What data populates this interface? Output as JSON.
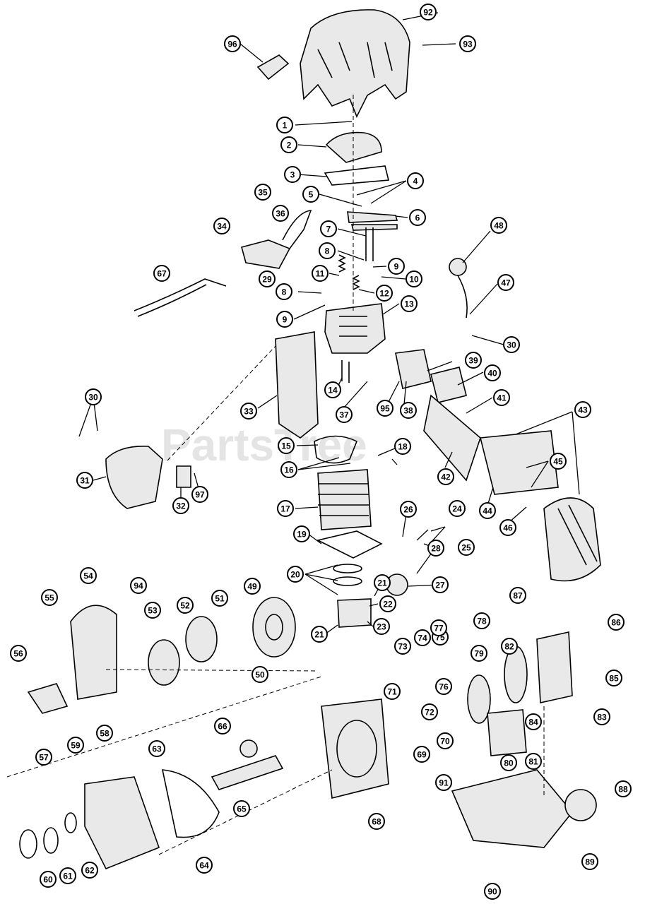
{
  "watermark": "PartsTree",
  "callouts": [
    "1",
    "2",
    "3",
    "4",
    "5",
    "6",
    "7",
    "8",
    "8",
    "9",
    "9",
    "10",
    "11",
    "12",
    "13",
    "14",
    "15",
    "16",
    "17",
    "18",
    "19",
    "20",
    "21",
    "21",
    "22",
    "23",
    "24",
    "25",
    "26",
    "27",
    "28",
    "29",
    "30",
    "30",
    "31",
    "32",
    "33",
    "34",
    "35",
    "36",
    "37",
    "38",
    "39",
    "40",
    "41",
    "42",
    "43",
    "44",
    "45",
    "46",
    "47",
    "48",
    "49",
    "50",
    "51",
    "52",
    "53",
    "54",
    "55",
    "56",
    "57",
    "58",
    "59",
    "60",
    "61",
    "62",
    "63",
    "64",
    "65",
    "66",
    "67",
    "68",
    "69",
    "70",
    "71",
    "72",
    "73",
    "74",
    "75",
    "76",
    "77",
    "78",
    "79",
    "80",
    "81",
    "82",
    "83",
    "84",
    "85",
    "86",
    "87",
    "88",
    "89",
    "90",
    "91",
    "92",
    "93",
    "94",
    "95",
    "96",
    "97"
  ]
}
